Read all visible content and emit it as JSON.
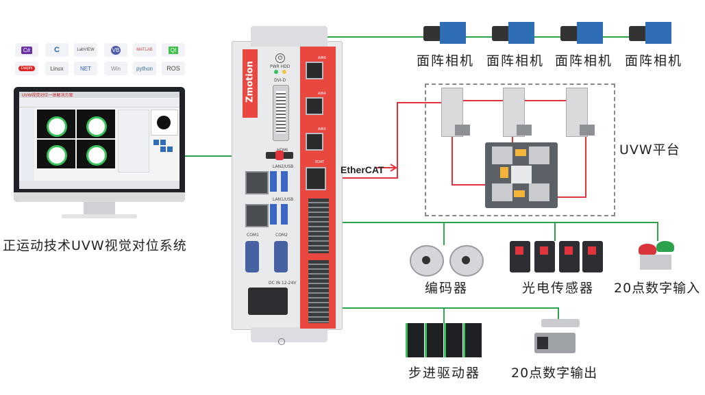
{
  "diagram": {
    "cameras_label": "面阵相机",
    "uvw_platform_label": "UVW平台",
    "monitor_caption": "正运动技术UVW视觉对位系统",
    "encoder_label": "编码器",
    "sensor_label": "光电传感器",
    "input_label": "20点数字输入",
    "driver_label": "步进驱动器",
    "output_label": "20点数字输出",
    "ethercat_label": "EtherCAT",
    "brand": "Zmotion",
    "ports": {
      "ain6": "AIN6",
      "ain4": "AIN4",
      "ain5": "AIN5",
      "edat": "EDAT",
      "pwr_hdd": "PWR HDD",
      "dvi": "DVI-D",
      "hdmi": "HDMI",
      "lan2": "LAN2/USB",
      "lan1": "LAN1/USB",
      "com1": "COM1",
      "com2": "COM2",
      "dc_in": "DC IN 12-24V"
    },
    "software_icons": [
      "C#",
      "C",
      "LabVIEW",
      "VB",
      "MATLAB",
      "Qt",
      "Delphi",
      "Linux",
      "NET",
      "Win",
      "python",
      "ROS"
    ],
    "screen_title": "UVW视觉对位一体解决方案"
  },
  "colors": {
    "wire_green": "#2aa14a",
    "wire_red": "#e0333b",
    "controller_red": "#e8483f",
    "camera_blue": "#2f6db5"
  }
}
